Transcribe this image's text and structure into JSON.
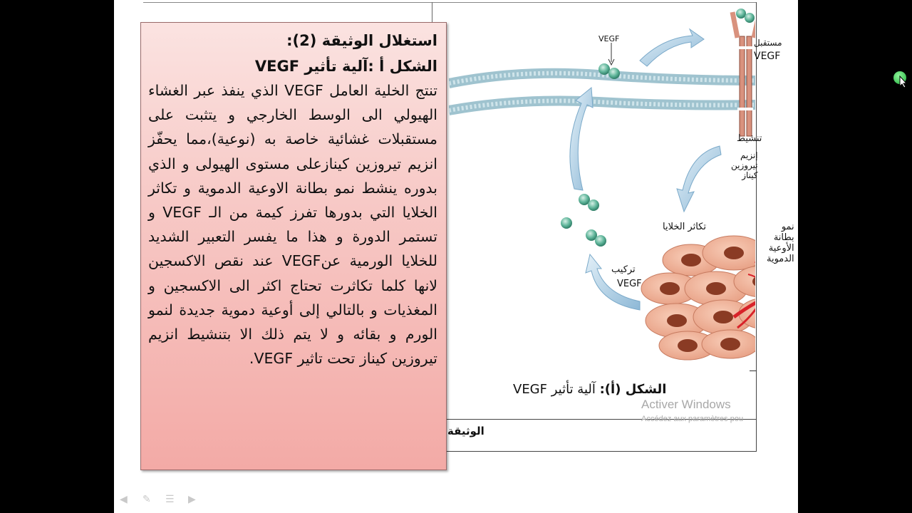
{
  "figure": {
    "vegf_label": "VEGF",
    "receptor_label_1": "مستقبل",
    "receptor_label_2": "VEGF",
    "activation_label": "تنشيط",
    "enzyme_label": "إنزيم تيروزين كيناز",
    "proliferation_label": "تكاثر الخلايا",
    "vascular_label": "نمو بطانة الأوعية الدموية",
    "synthesis_label_1": "تركيب",
    "synthesis_label_2": "VEGF",
    "caption_bold": "الشكل (أ):",
    "caption_rest": " آلية تأثير VEGF"
  },
  "doc_label": "الوثيقة",
  "watermark": {
    "line1": "Activer Windows",
    "line2": "Accédez aux paramètres pou"
  },
  "textbox": {
    "title": "استغلال الوثيقة (2):",
    "subtitle": "الشكل أ :آلية تأثير VEGF",
    "body": "تنتج الخلية العامل VEGF الذي ينفذ عبر الغشاء الهيولي الى الوسط الخارجي و يتثبت على مستقبلات غشائية خاصة به (نوعية)،مما يحفّز انزيم تيروزين كينازعلى مستوى الهيولى و الذي بدوره ينشط نمو بطانة الاوعية الدموية و تكاثر الخلايا التي بدورها تفرز كيمة من الـ VEGF و تستمر الدورة و هذا ما يفسر التعبير الشديد للخلايا الورمية عنVEGF عند نقص الاكسجين لانها كلما تكاثرت تحتاج اكثر الى الاكسجين و المغذيات و بالتالي إلى أوعية دموية جديدة لنمو الورم و بقائه و لا يتم ذلك الا بتنشيط انزيم تيروزين كيناز تحت تاثير VEGF."
  },
  "colors": {
    "textbox_bg": "#f7c9c6",
    "membrane": "#9fc3cf",
    "vegf_ball": "#5fb59a",
    "receptor": "#d9927e",
    "cell": "#f2b59a",
    "nucleus": "#8a3b24",
    "vessel": "#d8232a",
    "arrow": "#9dc3dd"
  }
}
